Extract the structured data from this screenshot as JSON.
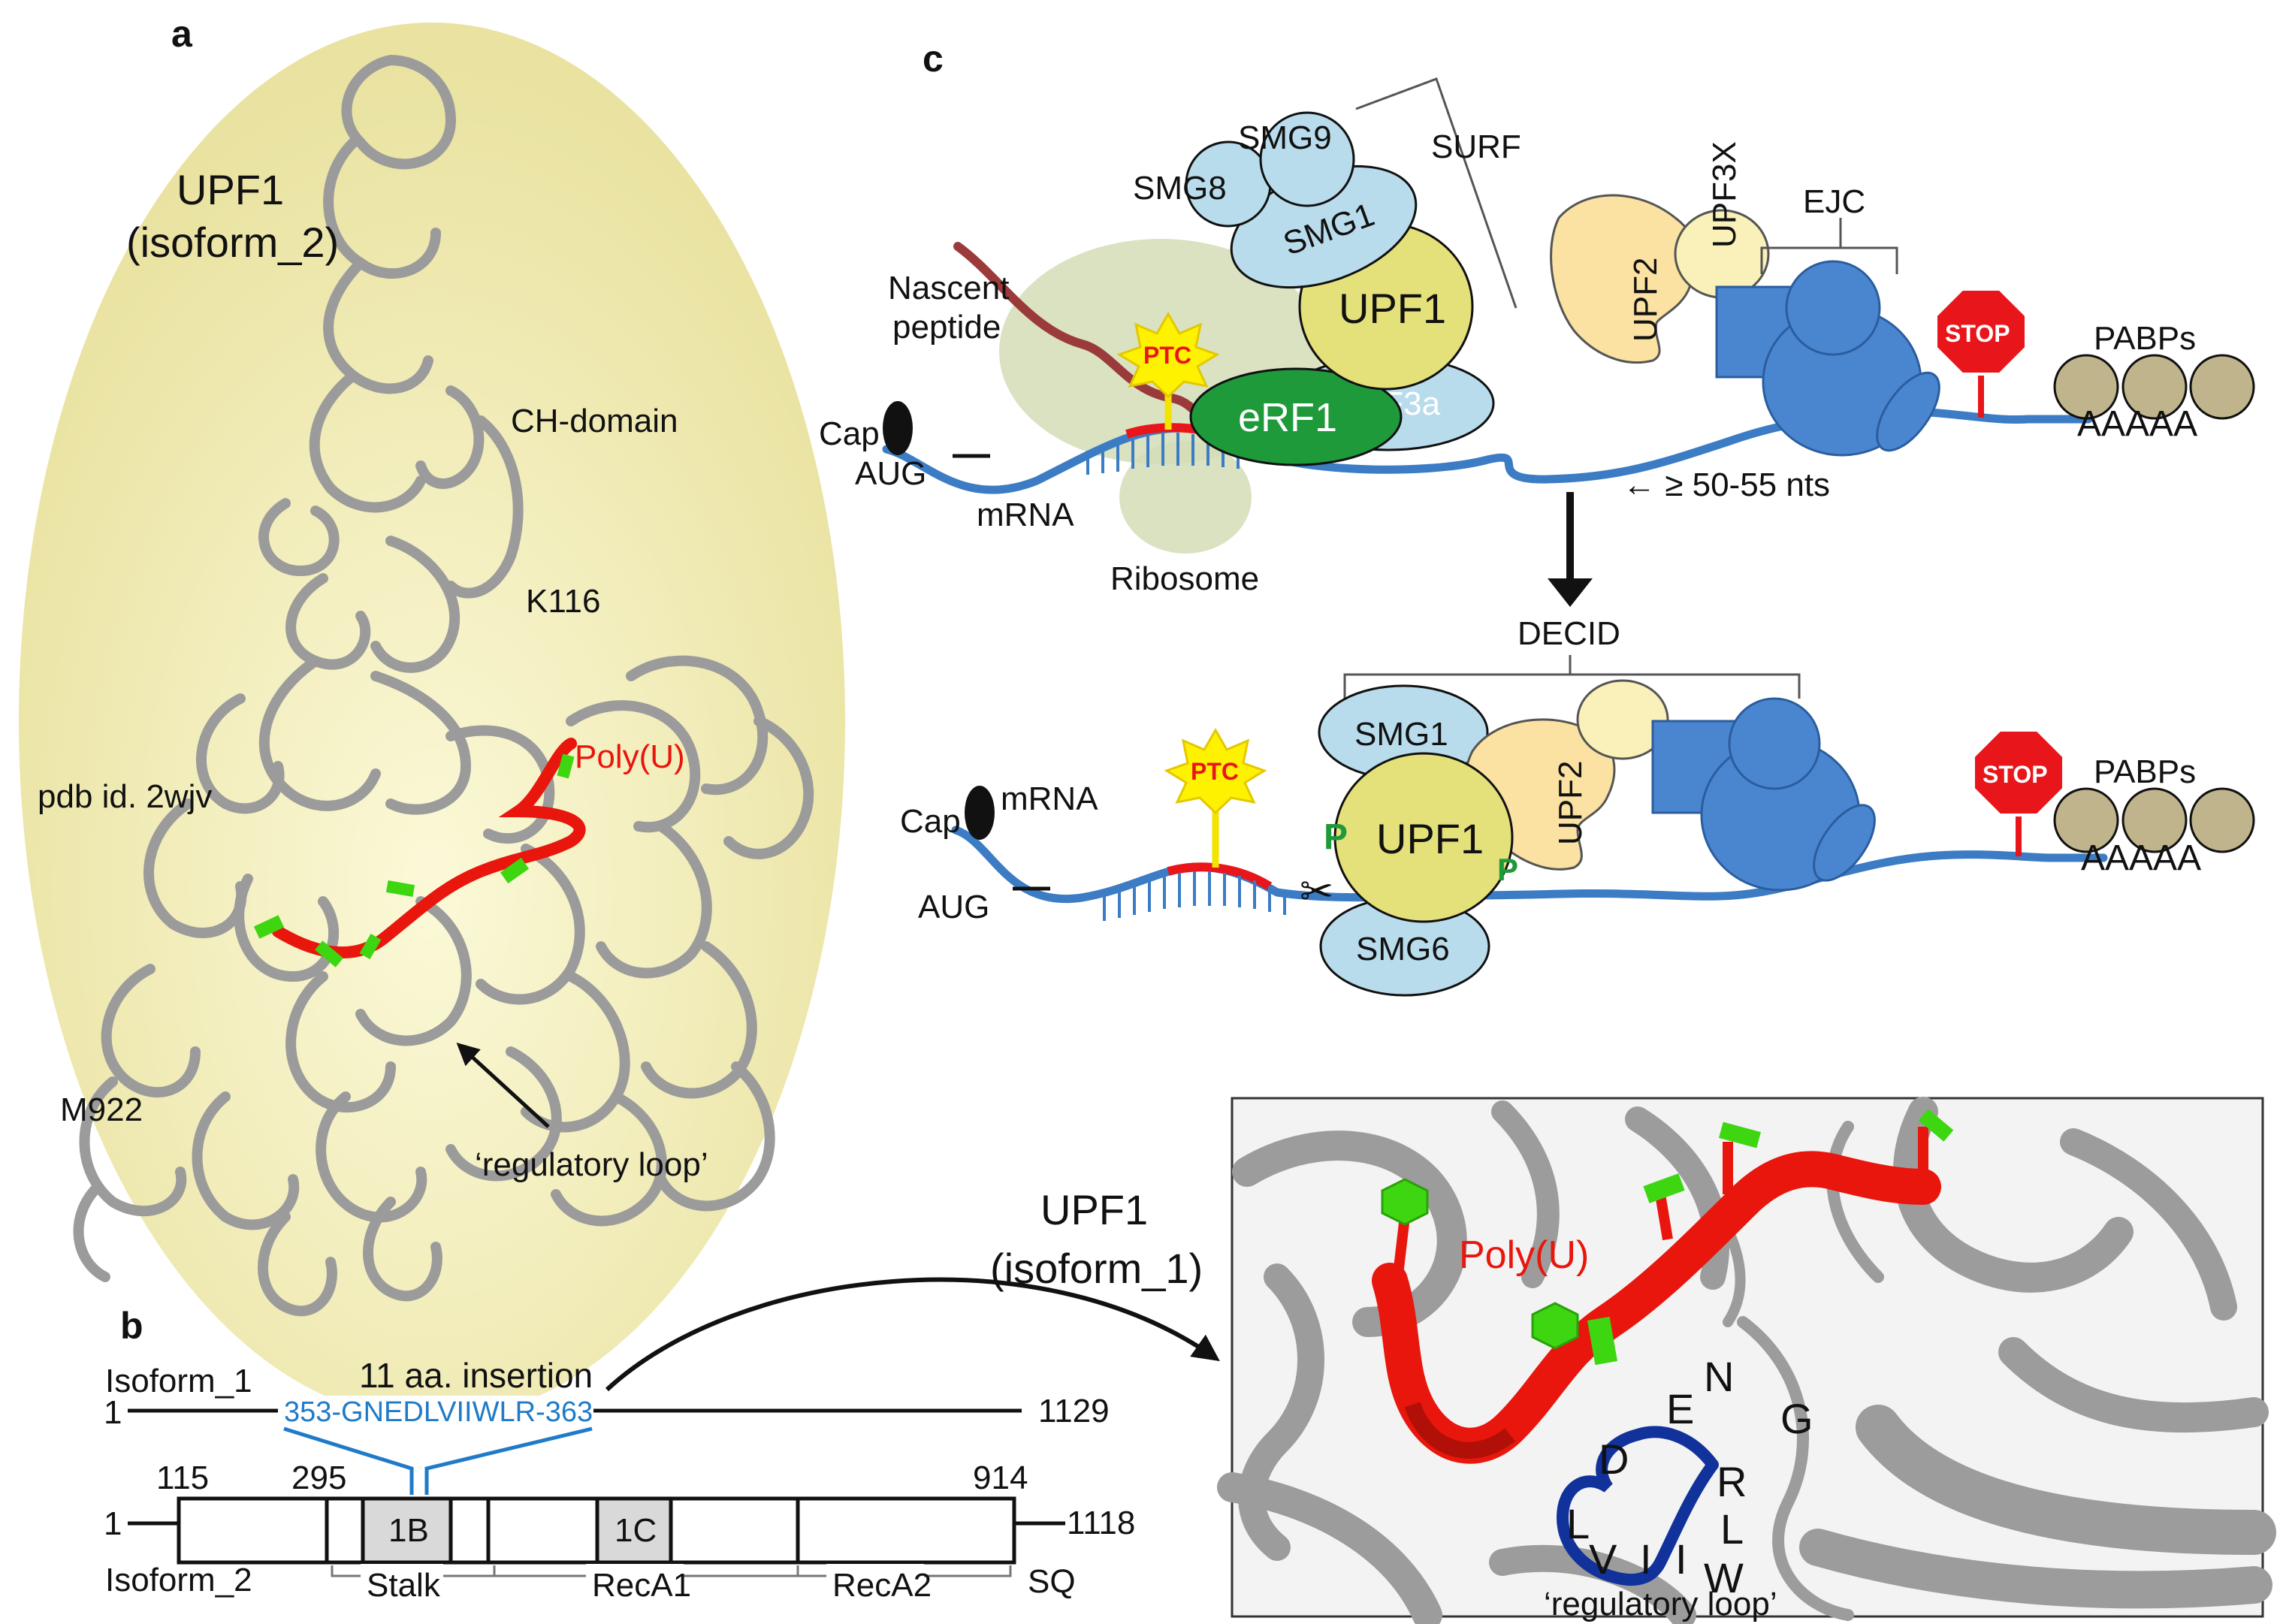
{
  "panel_a": {
    "letter": "a",
    "protein_title_line1": "UPF1",
    "protein_title_line2": "(isoform_2)",
    "ch_domain": "CH-domain",
    "k116": "K116",
    "pdb": "pdb id. 2wjv",
    "polyu": "Poly(U)",
    "m922": "M922",
    "regulatory_loop": "‘regulatory loop’",
    "colors": {
      "halo": "#efe9a6",
      "ribbon": "#a9a9a9",
      "rna": "#e8160c",
      "bases": "#3dd611"
    }
  },
  "panel_b": {
    "letter": "b",
    "isoform1_label": "Isoform_1",
    "isoform2_label": "Isoform_2",
    "insertion_title": "11 aa. insertion",
    "insertion_seq": "353-GNEDLVIIWLR-363",
    "start1": "1",
    "end1": "1129",
    "start2": "1",
    "end2": "1118",
    "pos115": "115",
    "pos295": "295",
    "pos914": "914",
    "box1b": "1B",
    "box1c": "1C",
    "stalk": "Stalk",
    "reca1": "RecA1",
    "reca2": "RecA2",
    "sq": "SQ",
    "colors": {
      "insertion": "#1f7bc8"
    }
  },
  "panel_c": {
    "letter": "c",
    "surf": "SURF",
    "smg9": "SMG9",
    "smg8": "SMG8",
    "smg1": "SMG1",
    "upf1": "UPF1",
    "upf2": "UPF2",
    "upf3x": "UPF3X",
    "ejc": "EJC",
    "nascent1": "Nascent",
    "nascent2": "peptide",
    "ptc": "PTC",
    "erf1": "eRF1",
    "erf3a": "eRF3a",
    "cap": "Cap",
    "aug": "AUG",
    "mrna": "mRNA",
    "ribosome": "Ribosome",
    "distance": "← ≥ 50-55 nts",
    "stop": "STOP",
    "pabps": "PABPs",
    "polya": "AAAAA",
    "decid": "DECID",
    "smg6": "SMG6",
    "phospho": "P",
    "colors": {
      "mrna": "#3b7cc4",
      "light_blue": "#b9dcec",
      "yellow": "#e4e07a",
      "green": "#1e9a3a",
      "stop": "#e8161b",
      "pabp": "#bfb48c",
      "ejc": "#4a86d0"
    }
  },
  "inset": {
    "title_line1": "UPF1",
    "title_line2": "(isoform_1)",
    "polyu": "Poly(U)",
    "regulatory_loop": "‘regulatory loop’",
    "residues": [
      "N",
      "E",
      "G",
      "D",
      "R",
      "L",
      "L",
      "V",
      "I",
      "I",
      "W"
    ],
    "colors": {
      "loop": "#10329a",
      "rna": "#e8160c"
    }
  }
}
